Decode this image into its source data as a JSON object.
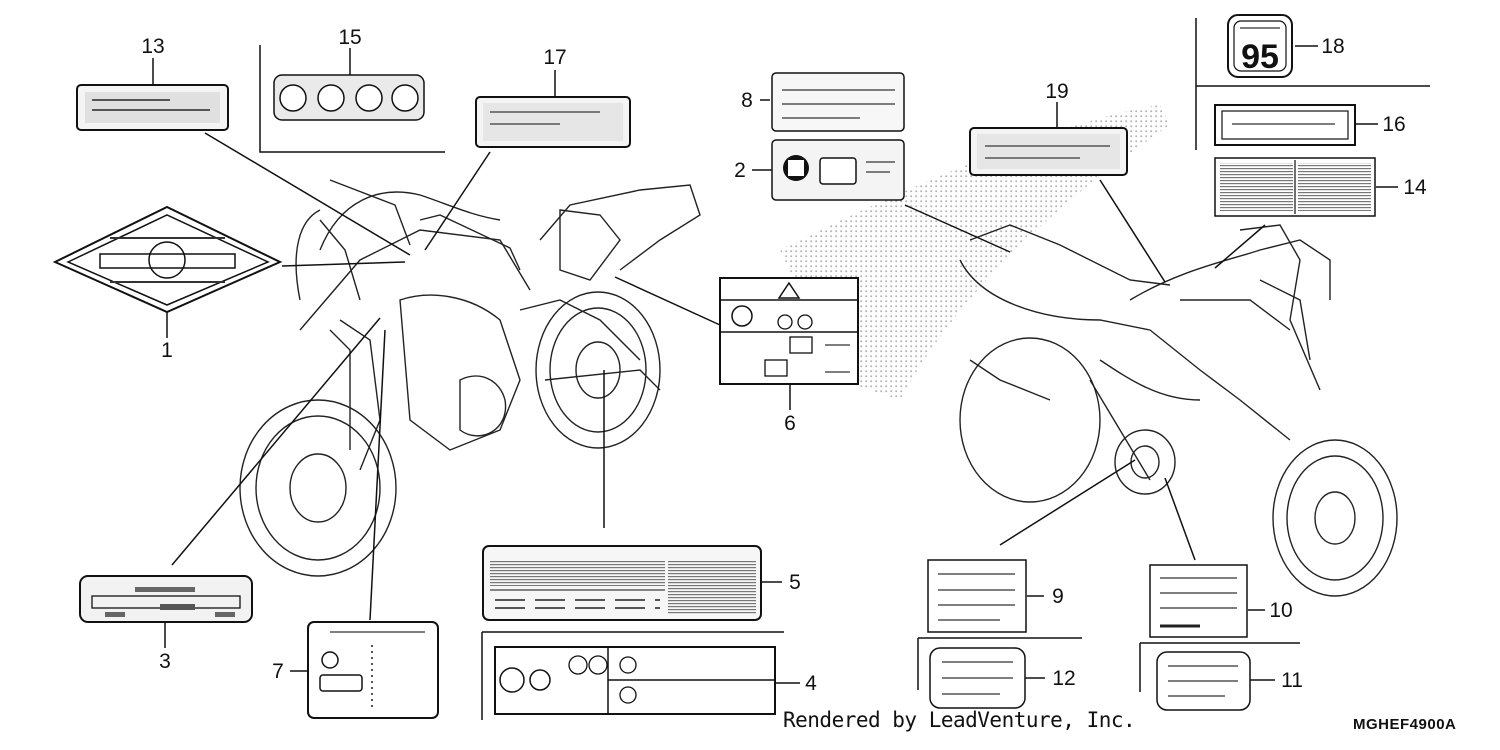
{
  "diagram": {
    "callouts": {
      "c1": "1",
      "c2": "2",
      "c3": "3",
      "c4": "4",
      "c5": "5",
      "c6": "6",
      "c7": "7",
      "c8": "8",
      "c9": "9",
      "c10": "10",
      "c11": "11",
      "c12": "12",
      "c13": "13",
      "c14": "14",
      "c15": "15",
      "c16": "16",
      "c17": "17",
      "c18": "18",
      "c19": "19"
    },
    "octane_label": "95",
    "credit": "Rendered by LeadVenture, Inc.",
    "code": "MGHEF4900A"
  },
  "colors": {
    "line": "#111111",
    "label_fill": "#e8e8e8",
    "stipple": "#bbbbbb"
  }
}
